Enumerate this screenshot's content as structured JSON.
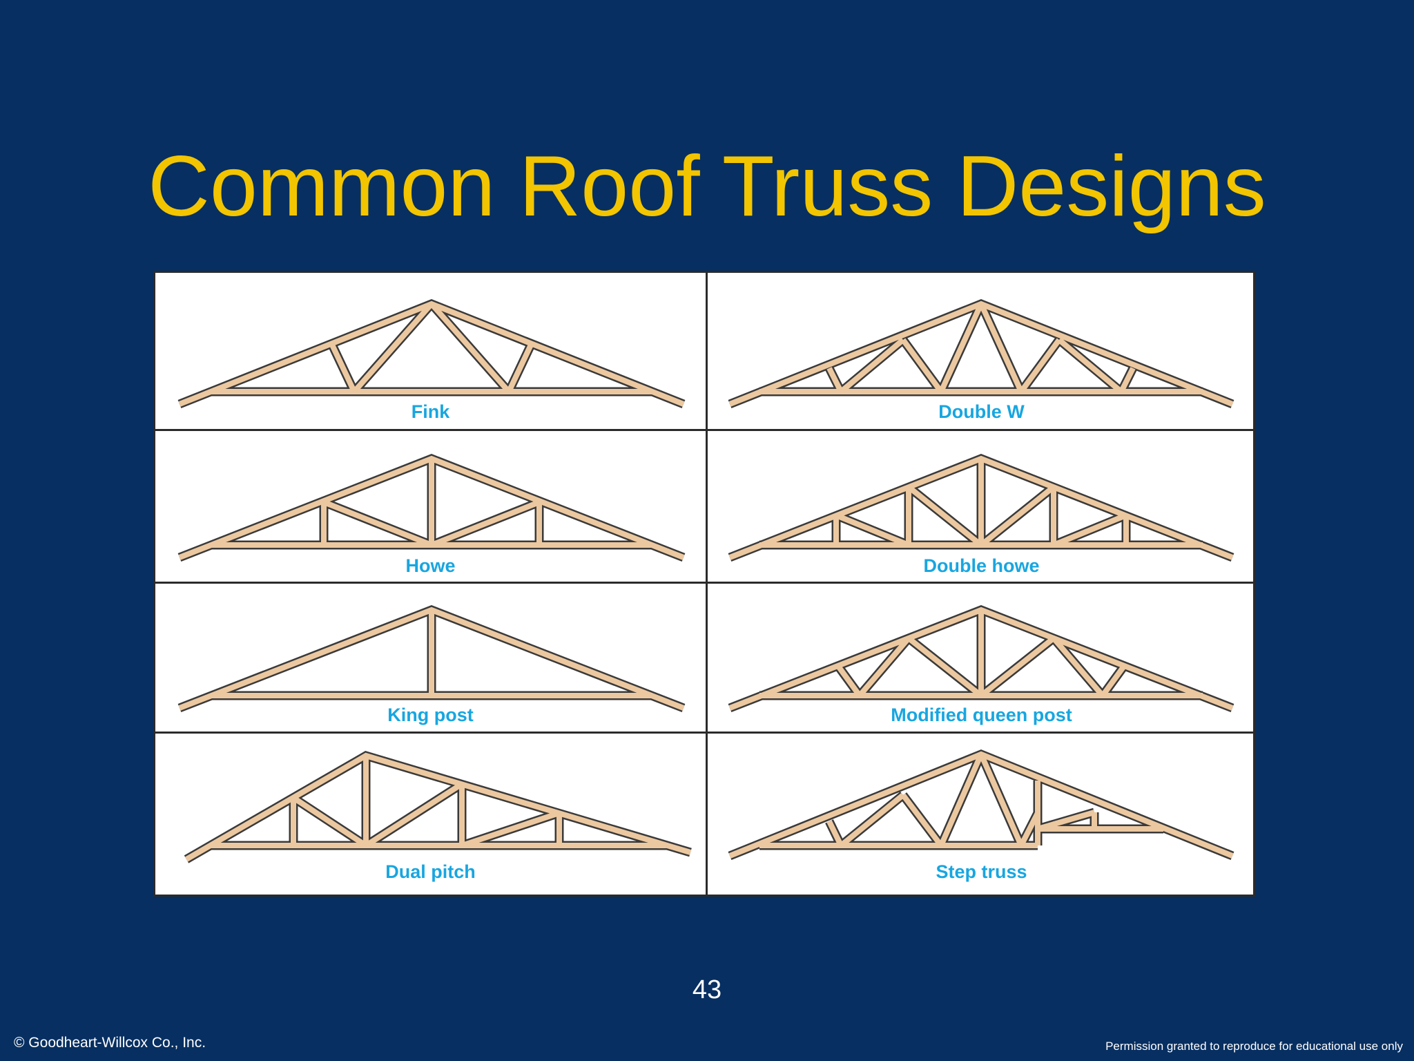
{
  "slide": {
    "title": "Common Roof Truss Designs",
    "page_number": "43",
    "copyright": "© Goodheart-Willcox Co., Inc.",
    "permission": "Permission granted to reproduce for educational use only"
  },
  "colors": {
    "background": "#072f61",
    "title": "#f2c500",
    "label": "#18a6e0",
    "wood": "#ecc8a0",
    "outline": "#3a3a3a"
  },
  "trusses": [
    {
      "id": "fink",
      "label": "Fink"
    },
    {
      "id": "double-w",
      "label": "Double W"
    },
    {
      "id": "howe",
      "label": "Howe"
    },
    {
      "id": "double-howe",
      "label": "Double howe"
    },
    {
      "id": "king-post",
      "label": "King post"
    },
    {
      "id": "modified-queen-post",
      "label": "Modified queen post"
    },
    {
      "id": "dual-pitch",
      "label": "Dual pitch"
    },
    {
      "id": "step-truss",
      "label": "Step truss"
    }
  ]
}
